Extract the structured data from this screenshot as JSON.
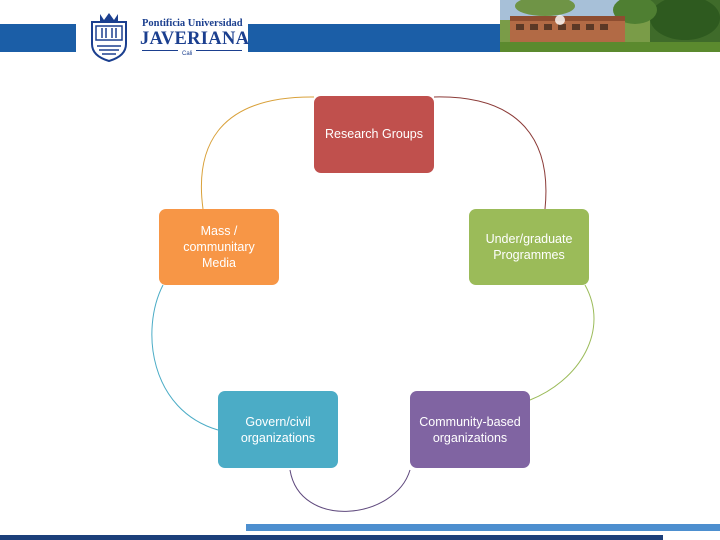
{
  "header": {
    "university_line1": "Pontificia Universidad",
    "university_line2": "JAVERIANA",
    "university_line3": "Cali"
  },
  "diagram": {
    "type": "cycle",
    "nodes": [
      {
        "id": "research",
        "label": "Research Groups",
        "color": "#c0504d"
      },
      {
        "id": "under",
        "label": "Under/graduate Programmes",
        "color": "#9bbb59"
      },
      {
        "id": "community",
        "label": "Community-based organizations",
        "color": "#8064a2"
      },
      {
        "id": "govern",
        "label": "Govern/civil organizations",
        "color": "#4bacc6"
      },
      {
        "id": "mass",
        "label": "Mass / communitary Media",
        "color": "#f79646"
      }
    ]
  },
  "colors": {
    "header_band": "#1b5ea7",
    "footer_light": "#4d8fcf",
    "footer_dark": "#1c3f7a"
  }
}
